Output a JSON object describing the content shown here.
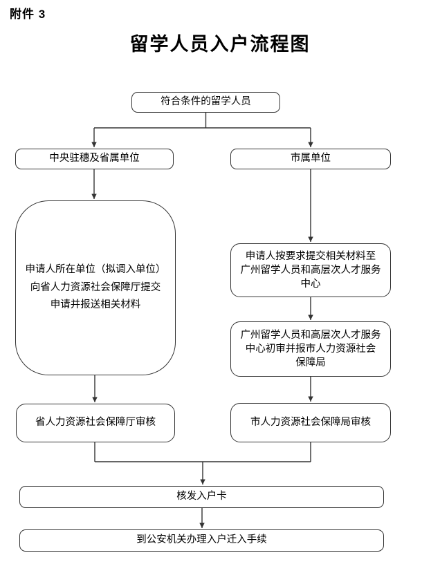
{
  "page": {
    "attachment_label": "附件 3",
    "title": "留学人员入户流程图"
  },
  "flowchart": {
    "start": {
      "label": "符合条件的留学人员"
    },
    "central_provincial": {
      "label": "中央驻穗及省属单位"
    },
    "municipal": {
      "label": "市属单位"
    },
    "provincial_submit": {
      "label": "申请人所在单位（拟调入单位）\n向省人力资源社会保障厅提交\n申请并报送相关材料"
    },
    "municipal_submit": {
      "label": "申请人按要求提交相关材料至\n广州留学人员和高层次人才服务\n中心"
    },
    "service_center_review": {
      "label": "广州留学人员和高层次人才服务\n中心初审并报市人力资源社会\n保障局"
    },
    "provincial_audit": {
      "label": "省人力资源社会保障厅审核"
    },
    "municipal_audit": {
      "label": "市人力资源社会保障局审核"
    },
    "issue_card": {
      "label": "核发入户卡"
    },
    "police_register": {
      "label": "到公安机关办理入户迁入手续"
    }
  },
  "colors": {
    "stroke": "#333333",
    "background": "#ffffff",
    "text": "#000000"
  }
}
